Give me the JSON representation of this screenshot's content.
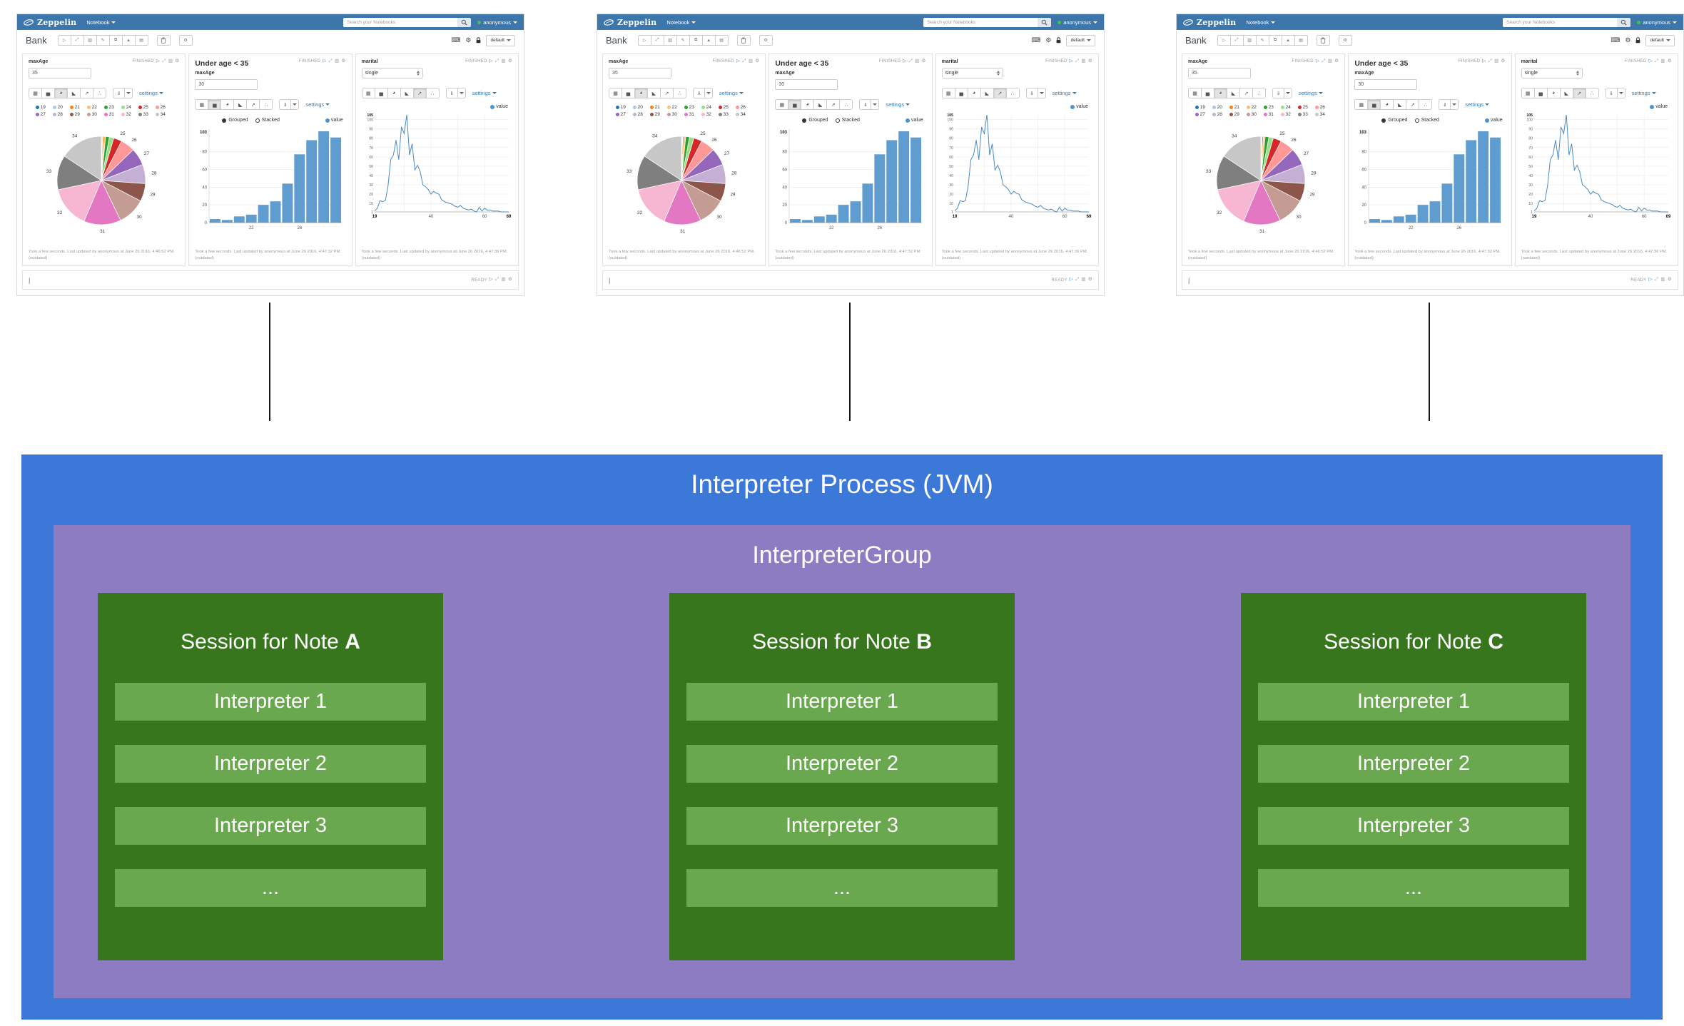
{
  "notebook": {
    "nav": {
      "brand": "Zeppelin",
      "menu": "Notebook",
      "search_placeholder": "Search your Notebooks",
      "user": "anonymous"
    },
    "note": {
      "title": "Bank",
      "toolbar": [
        {
          "name": "run-all-icon",
          "glyph": "▷"
        },
        {
          "name": "show-hide-code-icon",
          "glyph": "⤢"
        },
        {
          "name": "show-hide-output-icon",
          "glyph": "▥"
        },
        {
          "name": "clear-output-icon",
          "glyph": "✎"
        },
        {
          "name": "clone-note-icon",
          "glyph": "⧉"
        },
        {
          "name": "export-note-icon",
          "glyph": "▲"
        },
        {
          "name": "version-control-icon",
          "glyph": "▤"
        }
      ],
      "interpreter_binding": "default"
    },
    "status_icons": [
      {
        "name": "run-paragraph-icon",
        "glyph": "▷"
      },
      {
        "name": "expand-paragraph-icon",
        "glyph": "⤢"
      },
      {
        "name": "toggle-output-icon",
        "glyph": "▥"
      },
      {
        "name": "paragraph-settings-icon",
        "glyph": "⚙"
      }
    ],
    "chart_buttons": [
      {
        "name": "table",
        "glyph": "▦"
      },
      {
        "name": "bar",
        "glyph": "▅"
      },
      {
        "name": "pie",
        "glyph": "◕"
      },
      {
        "name": "area",
        "glyph": "◣"
      },
      {
        "name": "line",
        "glyph": "↗"
      },
      {
        "name": "scatter",
        "glyph": "∴"
      }
    ],
    "download_glyph": "⇓",
    "settings_label": "settings",
    "paragraphs": [
      {
        "label": "maxAge",
        "value": "35",
        "status": "FINISHED",
        "active_chart": "pie",
        "footer": "Took a few seconds. Last updated by anonymous at June 26 2016, 4:46:52 PM.",
        "footer2": "(outdated)",
        "chart": {
          "type": "pie",
          "categories": [
            "19",
            "20",
            "21",
            "22",
            "23",
            "24",
            "25",
            "26",
            "27",
            "28",
            "29",
            "30",
            "31",
            "32",
            "33",
            "34"
          ],
          "values": [
            4,
            3,
            7,
            9,
            20,
            24,
            44,
            77,
            93,
            103,
            96,
            150,
            199,
            224,
            186,
            231
          ],
          "colors": [
            "#1f77b4",
            "#aec7e8",
            "#ff7f0e",
            "#ffbb78",
            "#2ca02c",
            "#98df8a",
            "#d62728",
            "#ff9896",
            "#9467bd",
            "#c5b0d5",
            "#8c564b",
            "#c49c94",
            "#e377c2",
            "#f7b6d2",
            "#7f7f7f",
            "#c7c7c7"
          ]
        }
      },
      {
        "title": "Under age < 35",
        "label": "maxAge",
        "value": "30",
        "status": "FINISHED",
        "active_chart": "bar",
        "grouped_label": "Grouped",
        "stacked_label": "Stacked",
        "legend": "value",
        "footer": "Took a few seconds. Last updated by anonymous at June 26 2016, 4:47:32 PM.",
        "footer2": "(outdated)",
        "chart": {
          "type": "bar",
          "categories": [
            "19",
            "20",
            "21",
            "22",
            "23",
            "24",
            "25",
            "26",
            "27",
            "28",
            "29"
          ],
          "values": [
            4,
            3,
            7,
            9,
            20,
            24,
            44,
            77,
            93,
            103,
            96
          ],
          "yticks": [
            0,
            20,
            40,
            60,
            80
          ],
          "ymax": 103,
          "ymax_label": "103",
          "xticks": [
            "",
            "",
            "",
            "22",
            "",
            "",
            "",
            "26",
            "",
            "",
            ""
          ],
          "color": "#5f9dd1"
        }
      },
      {
        "label": "marital",
        "value": "single",
        "status": "FINISHED",
        "active_chart": "line",
        "legend": "value",
        "footer": "Took a few seconds. Last updated by anonymous at June 26 2016, 4:47:36 PM.",
        "footer2": "(outdated)",
        "chart": {
          "type": "line",
          "x_start": 19,
          "x_end": 69,
          "values": [
            2,
            5,
            13,
            12,
            13,
            29,
            57,
            62,
            78,
            57,
            92,
            85,
            105,
            62,
            74,
            46,
            51,
            44,
            30,
            28,
            25,
            20,
            23,
            21,
            20,
            14,
            12,
            11,
            10,
            9,
            7,
            6,
            8,
            5,
            4,
            3,
            4,
            2,
            1,
            6,
            2,
            5,
            3,
            3,
            2,
            2,
            2,
            1,
            1,
            1,
            1
          ],
          "yticks": [
            1,
            10,
            20,
            30,
            40,
            50,
            60,
            70,
            80,
            90,
            100
          ],
          "ymax": 105,
          "ymax_label": "105",
          "xticks": [
            19,
            40,
            60,
            69
          ],
          "vgrid": [
            30,
            40,
            50,
            60
          ],
          "color": "#4a8ac4"
        }
      }
    ],
    "empty_paragraph": {
      "status": "READY",
      "cursor": "|"
    }
  },
  "diagram": {
    "process_label": "Interpreter Process (JVM)",
    "group_label": "InterpreterGroup",
    "sessions": [
      {
        "prefix": "Session for Note ",
        "note": "A",
        "interpreters": [
          "Interpreter 1",
          "Interpreter 2",
          "Interpreter 3",
          "..."
        ]
      },
      {
        "prefix": "Session for Note ",
        "note": "B",
        "interpreters": [
          "Interpreter 1",
          "Interpreter 2",
          "Interpreter 3",
          "..."
        ]
      },
      {
        "prefix": "Session for Note ",
        "note": "C",
        "interpreters": [
          "Interpreter 1",
          "Interpreter 2",
          "Interpreter 3",
          "..."
        ]
      }
    ],
    "colors": {
      "process": "#3c78d8",
      "group": "#8e7cc3",
      "session": "#38761d",
      "interpreter": "#6aa84f",
      "text": "#ffffff"
    }
  }
}
